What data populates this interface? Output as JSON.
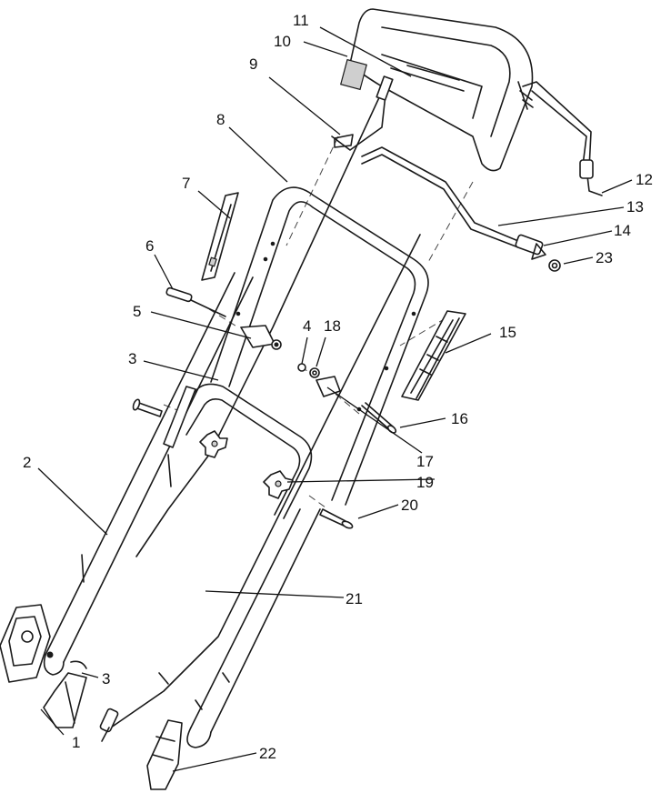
{
  "callouts": [
    {
      "id": "c1",
      "label": "1"
    },
    {
      "id": "c2",
      "label": "2"
    },
    {
      "id": "c3a",
      "label": "3"
    },
    {
      "id": "c3b",
      "label": "3"
    },
    {
      "id": "c4",
      "label": "4"
    },
    {
      "id": "c5",
      "label": "5"
    },
    {
      "id": "c6",
      "label": "6"
    },
    {
      "id": "c7",
      "label": "7"
    },
    {
      "id": "c8",
      "label": "8"
    },
    {
      "id": "c9",
      "label": "9"
    },
    {
      "id": "c10",
      "label": "10"
    },
    {
      "id": "c11",
      "label": "11"
    },
    {
      "id": "c12",
      "label": "12"
    },
    {
      "id": "c13",
      "label": "13"
    },
    {
      "id": "c14",
      "label": "14"
    },
    {
      "id": "c15",
      "label": "15"
    },
    {
      "id": "c16",
      "label": "16"
    },
    {
      "id": "c17",
      "label": "17"
    },
    {
      "id": "c18",
      "label": "18"
    },
    {
      "id": "c19",
      "label": "19"
    },
    {
      "id": "c20",
      "label": "20"
    },
    {
      "id": "c21",
      "label": "21"
    },
    {
      "id": "c22",
      "label": "22"
    },
    {
      "id": "c23",
      "label": "23"
    }
  ]
}
